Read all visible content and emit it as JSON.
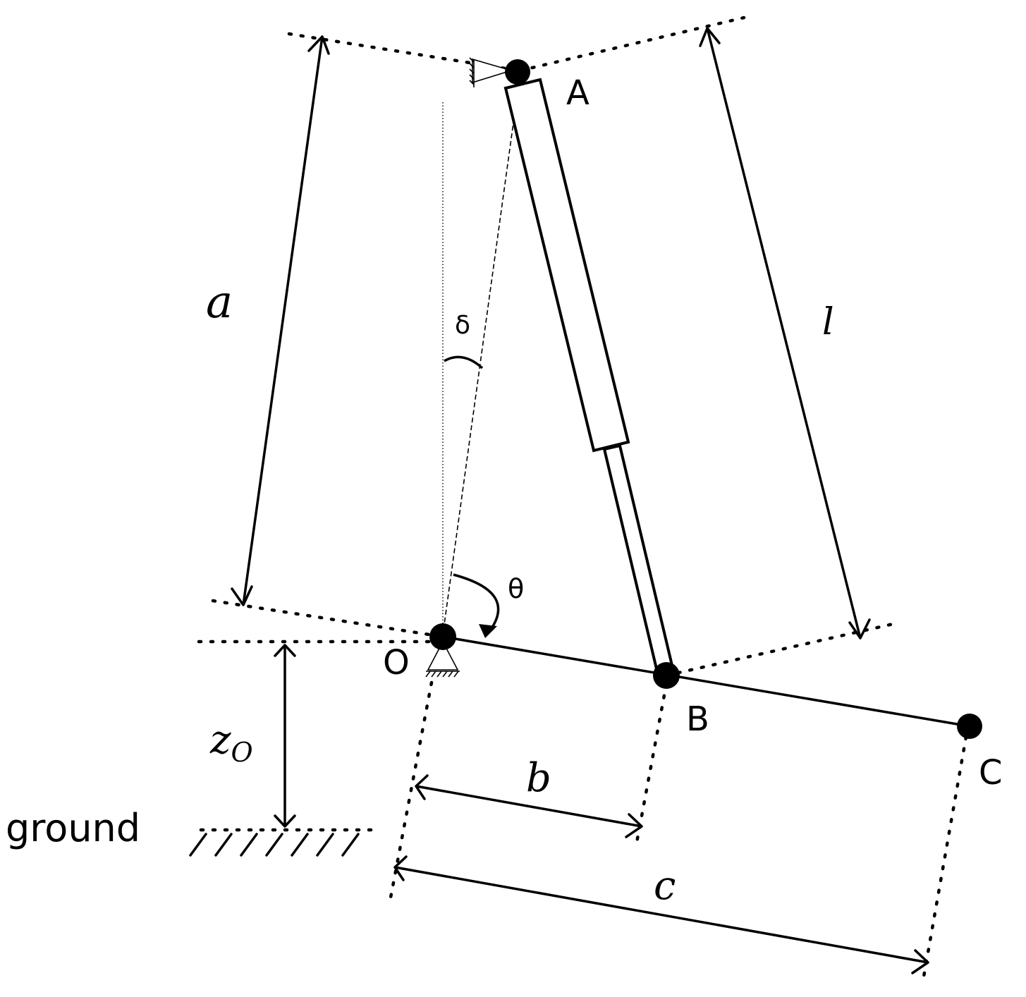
{
  "labels": {
    "point_A": "A",
    "point_O": "O",
    "point_B": "B",
    "point_C": "C",
    "angle_theta": "θ",
    "angle_delta": "δ",
    "length_a": "a",
    "length_l": "l",
    "length_b": "b",
    "length_c": "c",
    "height_z0_main": "z",
    "height_z0_sub": "O",
    "ground": "ground"
  },
  "colors": {
    "ink": "#000000",
    "background": "#ffffff"
  }
}
